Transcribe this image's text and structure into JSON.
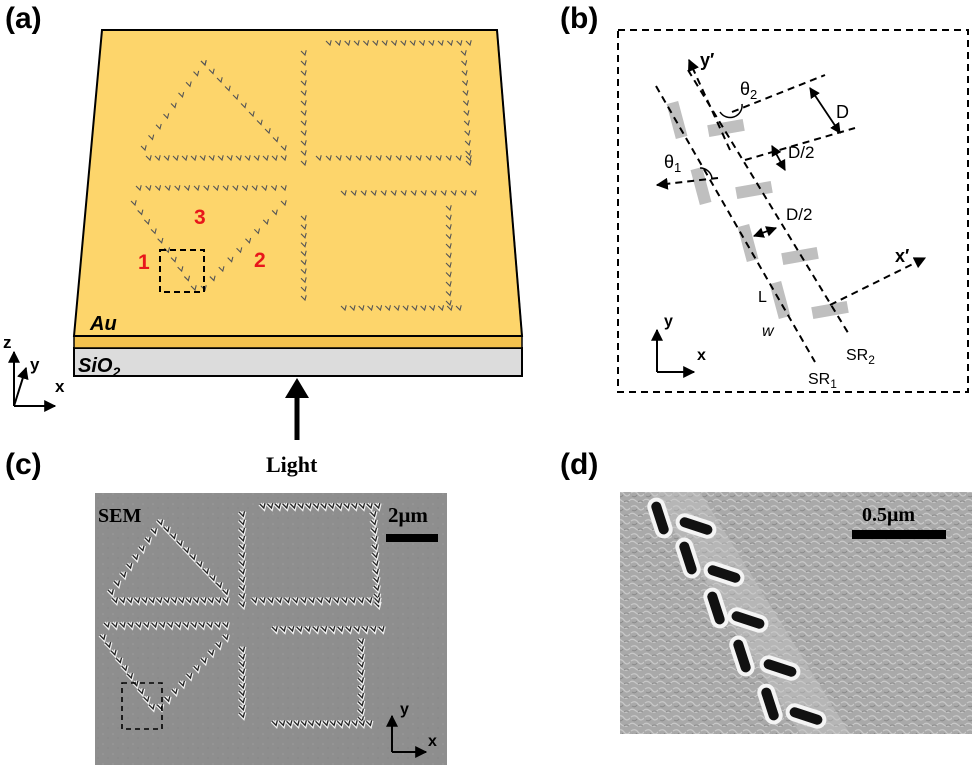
{
  "panels": {
    "a": {
      "label": "(a)",
      "layer_top": "Au",
      "layer_bottom": "SiO",
      "layer_bottom_sub": "2",
      "shape_labels": [
        "1",
        "2",
        "3"
      ],
      "axes": {
        "z": "z",
        "y": "y",
        "x": "x"
      },
      "light_label": "Light",
      "colors": {
        "gold": "#FDD56B",
        "gold_side": "#F3C24E",
        "substrate": "#DCDCDC",
        "label_red": "#E8161B"
      }
    },
    "b": {
      "label": "(b)",
      "axis_y_prime": "y′",
      "axis_x_prime": "x′",
      "theta1": "θ",
      "theta1_sub": "1",
      "theta2": "θ",
      "theta2_sub": "2",
      "D": "D",
      "D_half_1": "D/2",
      "D_half_2": "D/2",
      "L": "L",
      "w": "w",
      "sr1": "SR",
      "sr1_sub": "1",
      "sr2": "SR",
      "sr2_sub": "2",
      "axes": {
        "y": "y",
        "x": "x"
      },
      "colors": {
        "rod": "#BFBFBF"
      }
    },
    "c": {
      "label": "(c)",
      "sem_label": "SEM",
      "scale_label": "2μm",
      "axes": {
        "y": "y",
        "x": "x"
      },
      "colors": {
        "bg": "#8E8E8E"
      }
    },
    "d": {
      "label": "(d)",
      "scale_label": "0.5μm",
      "colors": {
        "bg": "#A9A9A9"
      }
    }
  }
}
